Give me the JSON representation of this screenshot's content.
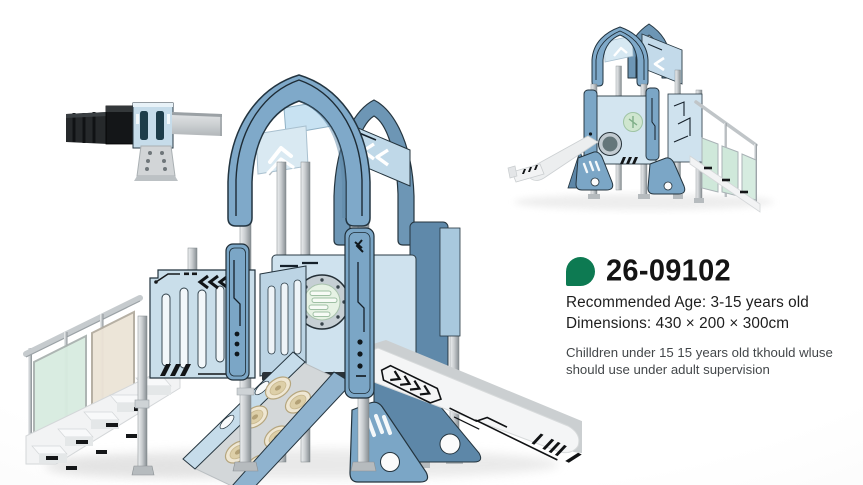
{
  "product": {
    "code": "26-09102",
    "recommended_age": "Recommended Age: 3-15 years old",
    "dimensions": "Dimensions: 430 × 200 × 300cm",
    "caption_line1": "Chilldren under 15 15 years old tkhould wluse",
    "caption_line2": "should use under adult supervision"
  },
  "colors": {
    "accent_green": "#0d7a52",
    "arch_blue": "#7fa9c9",
    "arch_blue_dark": "#6d96b5",
    "panel_blue": "#7ba6c6",
    "support_blue": "#5d87a8",
    "panel_light_blue": "#c9deea",
    "panel_pale": "#cfe2ee",
    "outline_dark": "#223440",
    "metal_grey": "#c9cdd0",
    "slide_white": "#f4f5f6",
    "climb_disc_cream": "#efe7d3",
    "glass_mint": "#d8ece0",
    "glass_beige": "#ece4d6",
    "text_primary": "#1d1d1d",
    "text_secondary": "#43474a"
  }
}
